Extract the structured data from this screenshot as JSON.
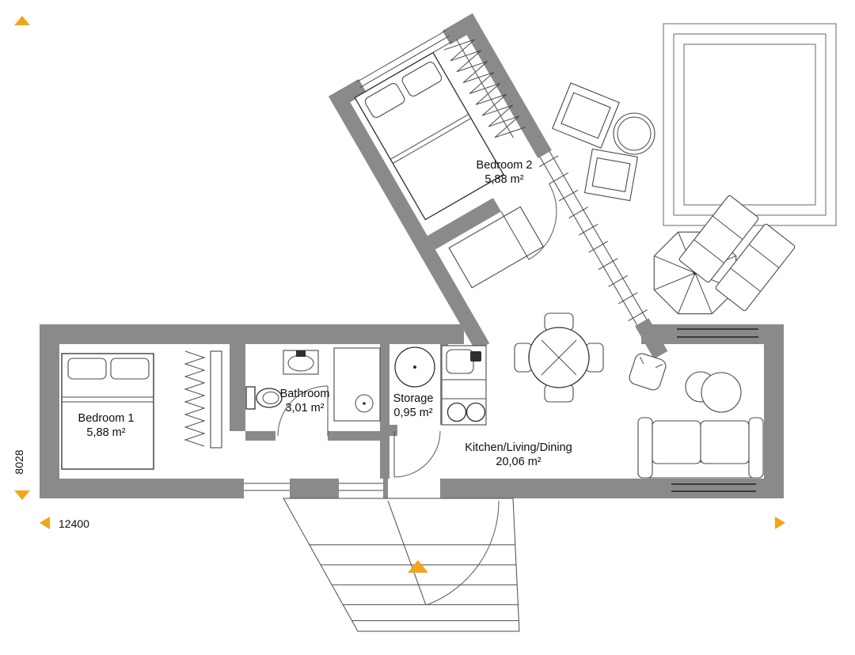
{
  "plan": {
    "rooms": [
      {
        "name": "Bedroom 2",
        "area": "5,88 m²"
      },
      {
        "name": "Bedroom 1",
        "area": "5,88 m²"
      },
      {
        "name": "Bathroom",
        "area": "3,01 m²"
      },
      {
        "name": "Storage",
        "area": "0,95 m²"
      },
      {
        "name": "Kitchen/Living/Dining",
        "area": "20,06 m²"
      }
    ],
    "dimensions": {
      "width": "12400",
      "height": "8028"
    },
    "colors": {
      "accent": "#F2A51A",
      "wall": "#8A8A8A"
    }
  }
}
